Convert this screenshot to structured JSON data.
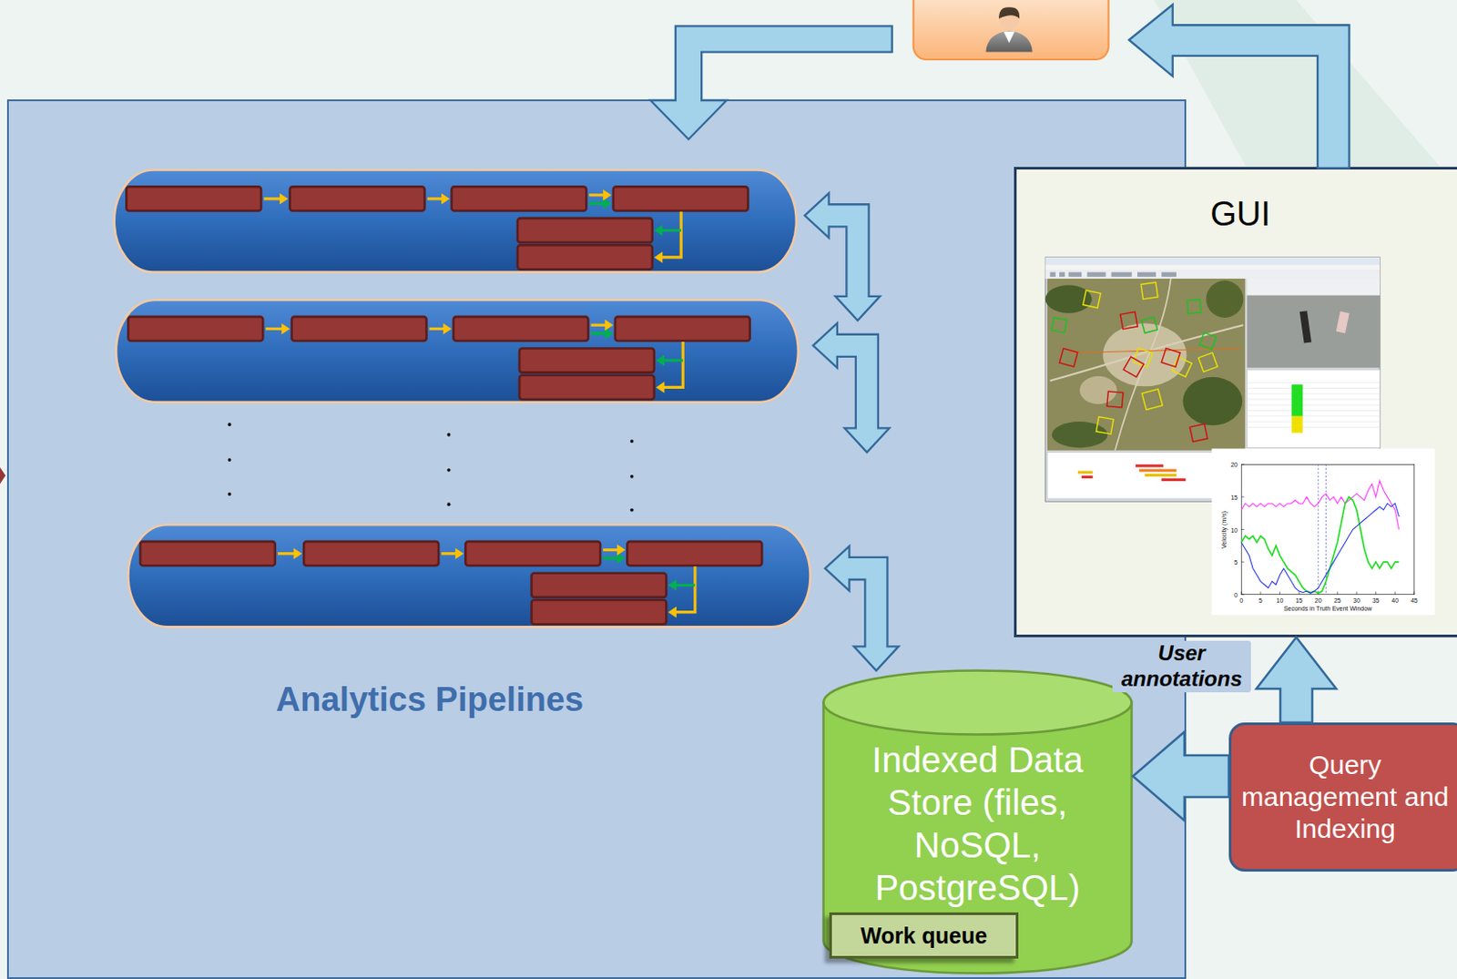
{
  "diagram": {
    "nodes": [
      {
        "text": [
          "Analytics Pipelines"
        ]
      },
      {
        "text": [
          "Indexed Data Store (files, NoSQL, PostgreSQL)"
        ],
        "in": 0
      },
      {
        "text": [
          "Work queue"
        ],
        "in": 1
      },
      {
        "text": [
          "GUI"
        ]
      },
      {
        "text": [
          "Query management and Indexing"
        ]
      }
    ],
    "edges": [
      {
        "from": 4,
        "to": 1,
        "arrow": "to"
      },
      {
        "from": 4,
        "to": 3,
        "arrow": "to",
        "label": "User annotations"
      }
    ],
    "labels": [
      "20",
      "15",
      "10",
      "5",
      "0",
      "0",
      "5",
      "10",
      "15",
      "20",
      "25",
      "30",
      "35",
      "40",
      "45",
      "Velocity (m/s)",
      "Seconds in Truth Event Window"
    ]
  }
}
